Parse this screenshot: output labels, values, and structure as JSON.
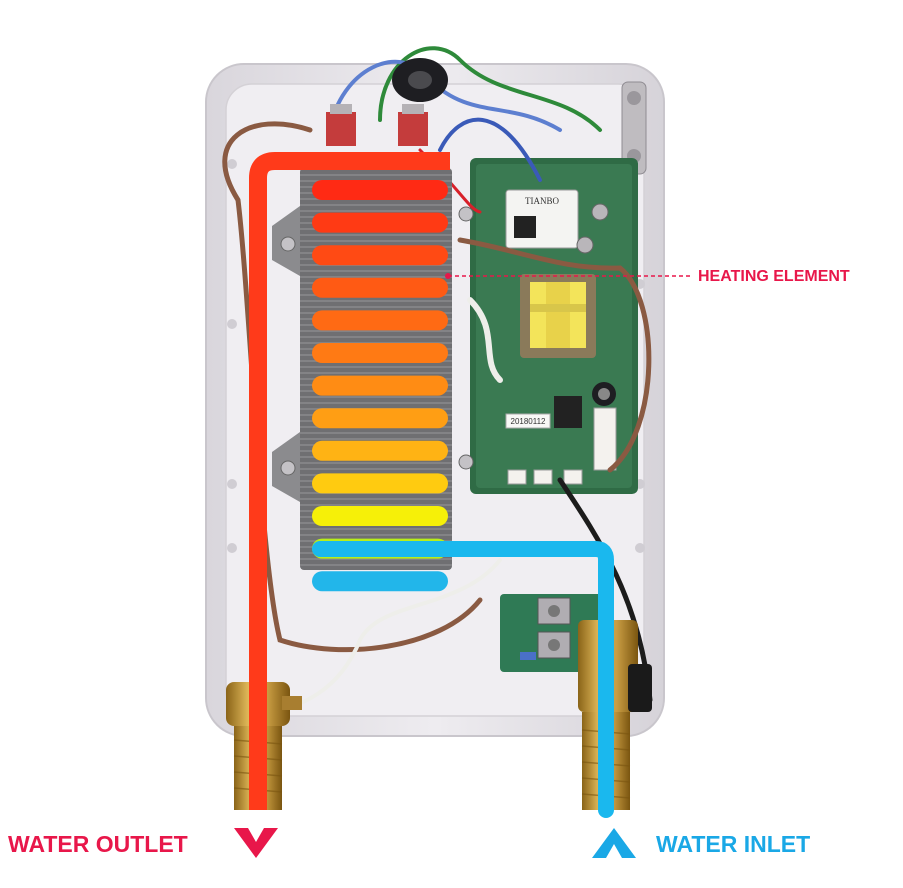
{
  "labels": {
    "heating_element": "HEATING ELEMENT",
    "water_outlet": "WATER OUTLET",
    "water_inlet": "WATER INLET"
  },
  "pcb": {
    "relay_brand": "TIANBO",
    "date_code": "20180112"
  },
  "colors": {
    "hot_water": "#ff3a1a",
    "cold_water": "#1ab8ee",
    "label_red": "#e8174a",
    "label_blue": "#1aa8e6",
    "callout_line": "#e8174a",
    "pcb_green": "#2f6b45",
    "brass": "#c89c42",
    "casing": "#e6e3e8"
  },
  "heater_bands": [
    "#ff2a14",
    "#ff3a14",
    "#ff4a14",
    "#ff5a14",
    "#ff6a14",
    "#ff7a14",
    "#ff8c14",
    "#ff9e14",
    "#ffb314",
    "#ffcb10",
    "#f6f008",
    "#b8ee1a",
    "#22b6ea"
  ],
  "icons": {
    "outlet_arrow": "chevron-down-icon",
    "inlet_arrow": "chevron-up-icon"
  }
}
